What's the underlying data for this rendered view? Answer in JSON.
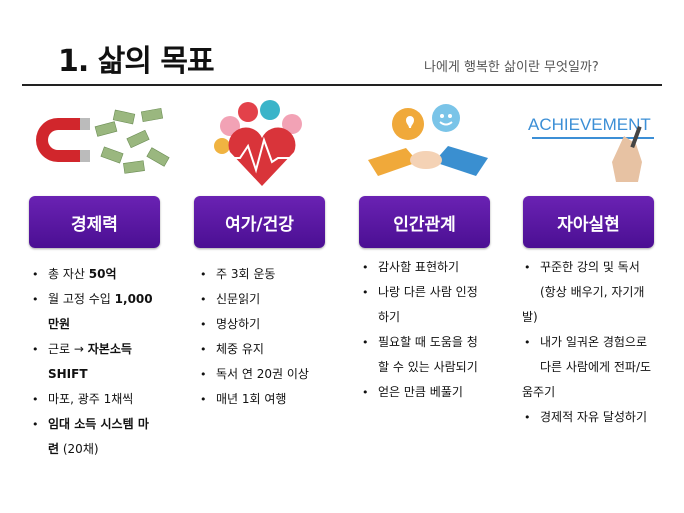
{
  "header": {
    "title": "1. 삶의 목표",
    "subtitle": "나에게 행복한 삶이란 무엇일까?"
  },
  "columns": [
    {
      "label": "경제력",
      "items": [
        [
          "총 자산 ",
          "50억"
        ],
        [
          "월 고정 수입 ",
          "1,000",
          "만원"
        ],
        [
          "근로 → ",
          "자본소득",
          "SHIFT"
        ],
        [
          "마포, 광주 1채씩"
        ],
        [
          "임대 소득 시스템 마",
          "련",
          " (20채)"
        ]
      ]
    },
    {
      "label": "여가/건강",
      "items": [
        "주 3회 운동",
        "신문읽기",
        "명상하기",
        "체중 유지",
        "독서 연 20권 이상",
        "매년 1회 여행"
      ]
    },
    {
      "label": "인간관계",
      "items": [
        "감사함 표현하기",
        "나랑 다른 사람 인정",
        "하기",
        "필요할 때 도움을 청",
        "할 수 있는 사람되기",
        "얻은 만큼 베풀기"
      ]
    },
    {
      "label": "자아실현",
      "items": [
        "꾸준한 강의 및 독서",
        "(항상 배우기, 자기개",
        "발)",
        "내가 일궈온 경험으로",
        "다른 사람에게 전파/도",
        "움주기",
        "경제적 자유 달성하기"
      ]
    }
  ],
  "art": {
    "achievement_text": "ACHIEVEMENT"
  },
  "colors": {
    "label_bg": "#5a189f",
    "rule": "#222222",
    "heart": "#d9343a"
  }
}
